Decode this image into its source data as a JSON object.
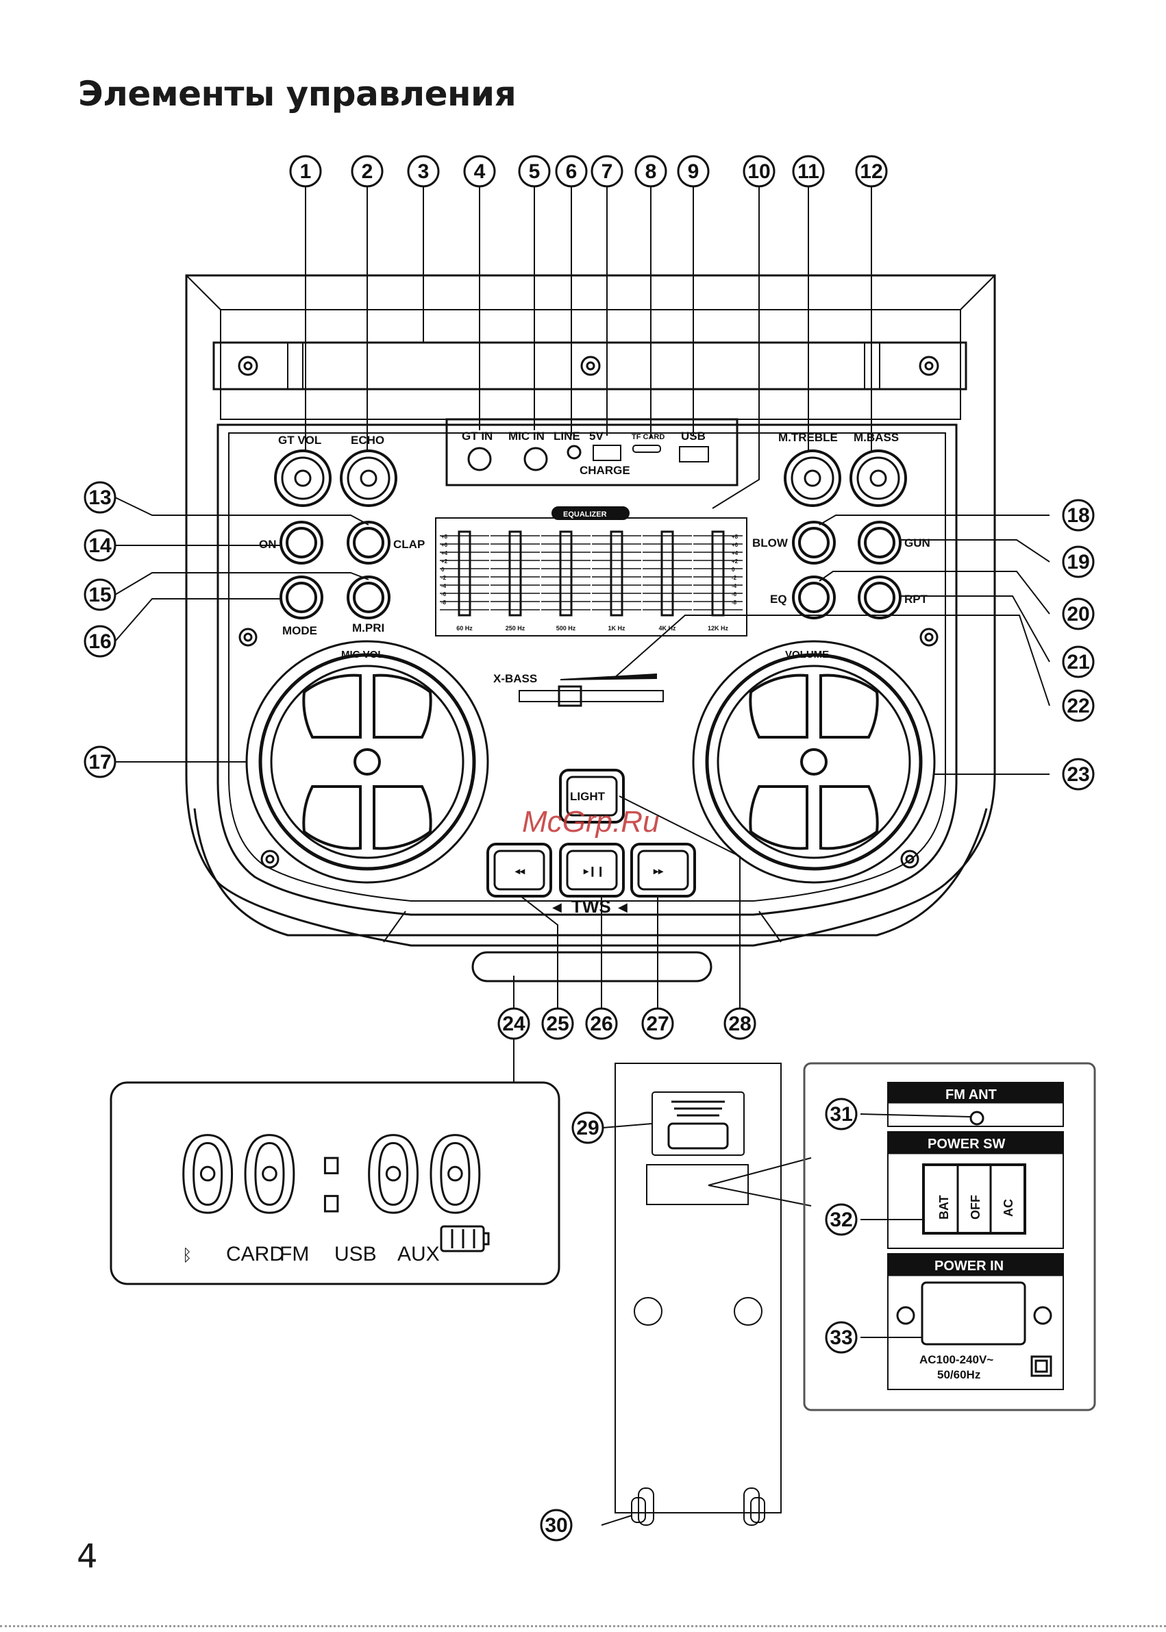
{
  "title": "Элементы управления",
  "page_number": "4",
  "watermark": "McGrp.Ru",
  "callouts": [
    "1",
    "2",
    "3",
    "4",
    "5",
    "6",
    "7",
    "8",
    "9",
    "10",
    "11",
    "12",
    "13",
    "14",
    "15",
    "16",
    "17",
    "18",
    "19",
    "20",
    "21",
    "22",
    "23",
    "24",
    "25",
    "26",
    "27",
    "28",
    "29",
    "30",
    "31",
    "32",
    "33"
  ],
  "labels": {
    "gt_vol": "GT  VOL",
    "echo": "ECHO",
    "gt_in": "GT IN",
    "mic_in": "MIC IN",
    "line": "LINE",
    "five_v": "5V",
    "charge": "CHARGE",
    "tf_card": "TF CARD",
    "usb": "USB",
    "m_treble": "M.TREBLE",
    "m_bass": "M.BASS",
    "on": "ON",
    "clap": "CLAP",
    "mode": "MODE",
    "m_pri": "M.PRI",
    "blow": "BLOW",
    "gun": "GUN",
    "eq": "EQ",
    "rpt": "RPT",
    "equalizer": "EQUALIZER",
    "eq_bands": [
      "60 Hz",
      "250 Hz",
      "500 Hz",
      "1K Hz",
      "4K Hz",
      "12K Hz"
    ],
    "eq_scale": [
      "+8",
      "+6",
      "+4",
      "+2",
      "0",
      "-2",
      "-4",
      "-6",
      "-8"
    ],
    "x_bass": "X-BASS",
    "mic_vol": "MIC VOL",
    "volume": "VOLUME",
    "light": "LIGHT",
    "tws": "TWS",
    "minus": "-",
    "plus": "+"
  },
  "display": {
    "digits": "00:00",
    "indicators": [
      "CARD",
      "FM",
      "USB",
      "AUX"
    ]
  },
  "rear_panel": {
    "fm_ant": "FM  ANT",
    "power_sw": "POWER  SW",
    "switch_positions": [
      "BAT",
      "OFF",
      "AC"
    ],
    "power_in": "POWER  IN",
    "ac_rating_1": "AC100-240V~",
    "ac_rating_2": "50/60Hz"
  }
}
